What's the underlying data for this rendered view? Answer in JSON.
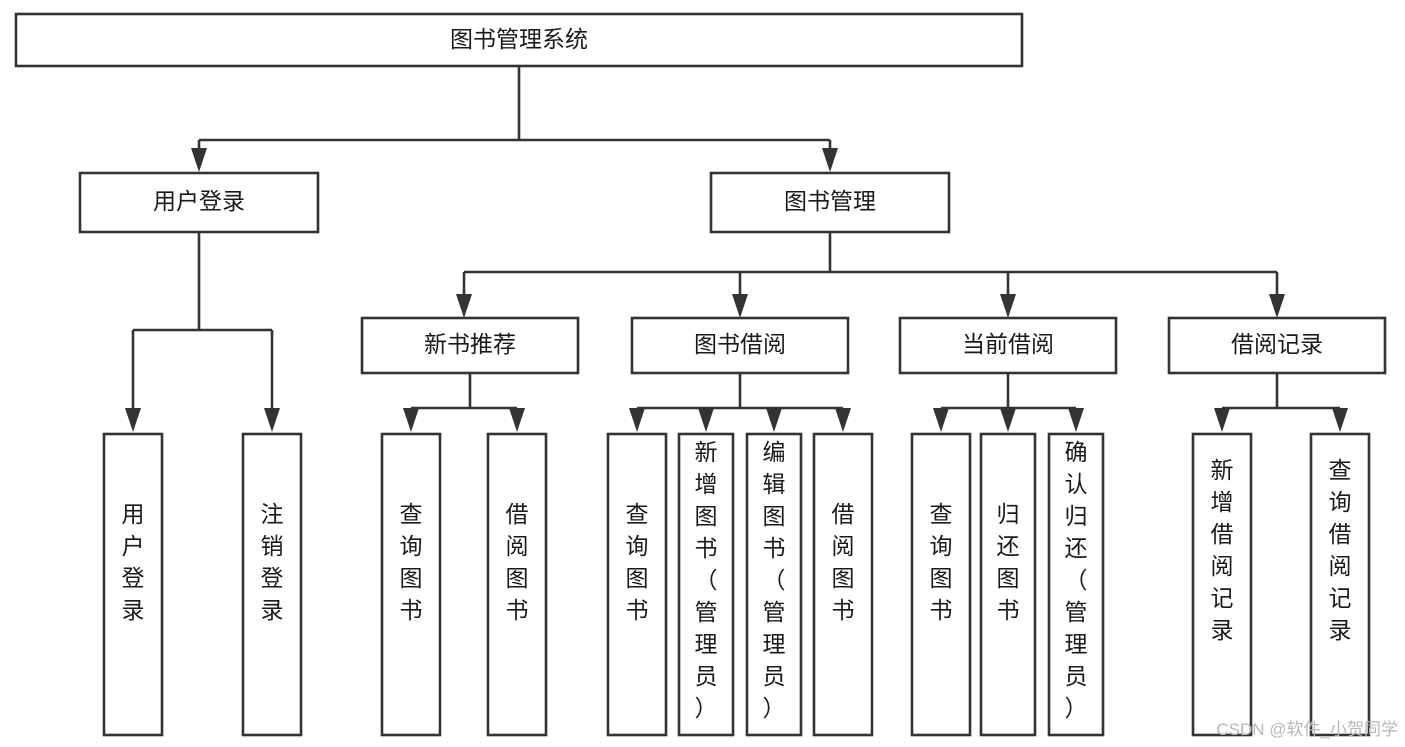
{
  "diagram": {
    "type": "tree",
    "title": "图书管理系统",
    "orientation": "top-down",
    "levels": 4,
    "colors": {
      "background": "#ffffff",
      "box_fill": "#ffffff",
      "box_stroke": "#333333",
      "text": "#1a1a1a",
      "watermark": "#b8b8b8"
    },
    "root": {
      "label": "图书管理系统"
    },
    "level2": [
      {
        "label": "用户登录"
      },
      {
        "label": "图书管理"
      }
    ],
    "level3": [
      {
        "label": "新书推荐"
      },
      {
        "label": "图书借阅"
      },
      {
        "label": "当前借阅"
      },
      {
        "label": "借阅记录"
      }
    ],
    "leaves_user_login": [
      {
        "label": "用户登录"
      },
      {
        "label": "注销登录"
      }
    ],
    "leaves_new_book": [
      {
        "label": "查询图书"
      },
      {
        "label": "借阅图书"
      }
    ],
    "leaves_borrow": [
      {
        "label": "查询图书"
      },
      {
        "label": "新增图书（管理员）"
      },
      {
        "label": "编辑图书（管理员）"
      },
      {
        "label": "借阅图书"
      }
    ],
    "leaves_current": [
      {
        "label": "查询图书"
      },
      {
        "label": "归还图书"
      },
      {
        "label": "确认归还（管理员）"
      }
    ],
    "leaves_records": [
      {
        "label": "新增借阅记录"
      },
      {
        "label": "查询借阅记录"
      }
    ]
  },
  "watermark": {
    "label": "CSDN @软件_小贺同学"
  }
}
